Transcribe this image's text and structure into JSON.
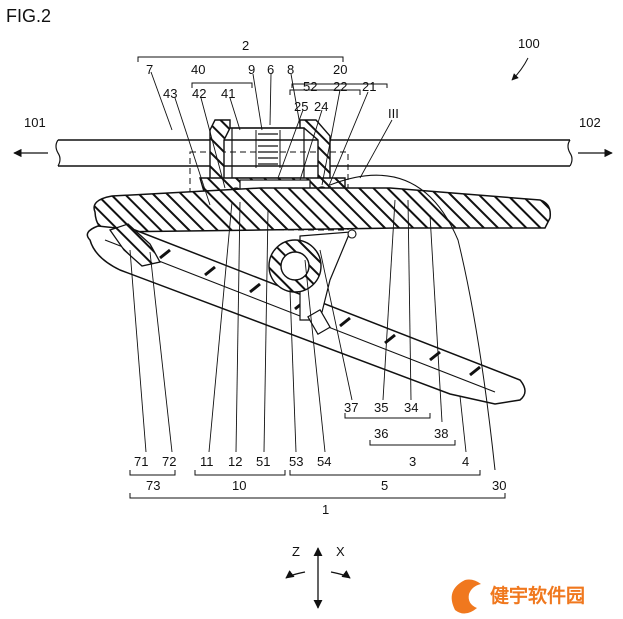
{
  "figure_title": "FIG.2",
  "assembly_label": "100",
  "labels": {
    "l2": "2",
    "l7": "7",
    "l40": "40",
    "l9": "9",
    "l6": "6",
    "l8": "8",
    "l20": "20",
    "l43": "43",
    "l42": "42",
    "l41": "41",
    "l52": "52",
    "l22": "22",
    "l21": "21",
    "l25": "25",
    "l24": "24",
    "l101": "101",
    "l102": "102",
    "lIII": "III",
    "l37": "37",
    "l35": "35",
    "l34": "34",
    "l36": "36",
    "l38": "38",
    "l71": "71",
    "l72": "72",
    "l11": "11",
    "l12": "12",
    "l51": "51",
    "l53": "53",
    "l54": "54",
    "l3": "3",
    "l4": "4",
    "l73": "73",
    "l10": "10",
    "l5": "5",
    "l30": "30",
    "l1": "1",
    "axisZ": "Z",
    "axisX": "X"
  },
  "watermark_text": "健宇软件园",
  "colors": {
    "ink": "#111111",
    "brand": "#f0781e"
  }
}
